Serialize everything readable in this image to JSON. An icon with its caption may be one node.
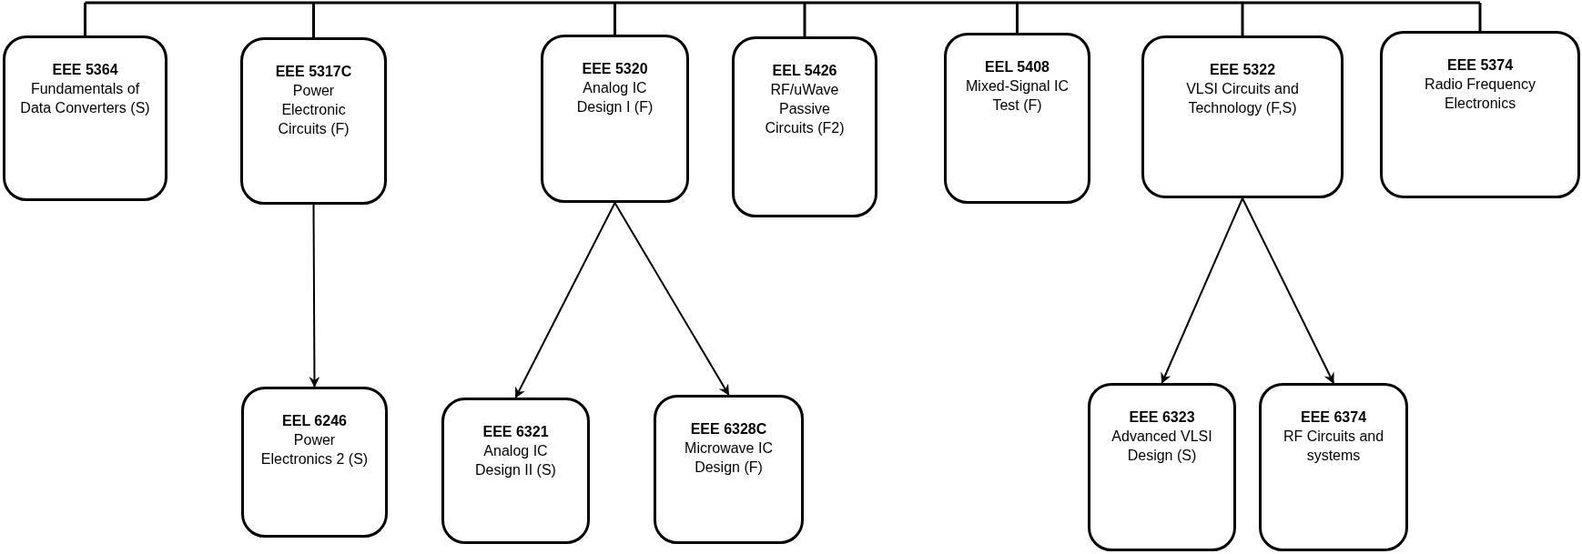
{
  "diagram": {
    "nodes": [
      {
        "text": [
          "EEE 5364",
          "Fundamentals of Data Converters (S)"
        ]
      },
      {
        "text": [
          "EEE 5317C",
          "Power Electronic Circuits (F)"
        ]
      },
      {
        "text": [
          "EEE 5320",
          "Analog IC Design I (F)"
        ]
      },
      {
        "text": [
          "EEL 5426",
          "RF/uWave Passive Circuits (F2)"
        ]
      },
      {
        "text": [
          "EEL 5408",
          "Mixed-Signal IC Test (F)"
        ]
      },
      {
        "text": [
          "EEE 5322",
          "VLSI Circuits and Technology (F,S)"
        ]
      },
      {
        "text": [
          "EEE 5374",
          "Radio Frequency Electronics"
        ]
      },
      {
        "text": [
          "EEL 6246",
          "Power Electronics 2 (S)"
        ]
      },
      {
        "text": [
          "EEE 6321",
          "Analog IC Design II (S)"
        ]
      },
      {
        "text": [
          "EEE 6328C",
          "Microwave IC Design (F)"
        ]
      },
      {
        "text": [
          "EEE 6323",
          "Advanced VLSI Design (S)"
        ]
      },
      {
        "text": [
          "EEE 6374",
          "RF Circuits and systems"
        ]
      }
    ],
    "edges": [
      {
        "from": null,
        "to": 0,
        "arrow": "none"
      },
      {
        "from": null,
        "to": 1,
        "arrow": "none"
      },
      {
        "from": null,
        "to": 2,
        "arrow": "none"
      },
      {
        "from": null,
        "to": 3,
        "arrow": "none"
      },
      {
        "from": null,
        "to": 4,
        "arrow": "none"
      },
      {
        "from": null,
        "to": 5,
        "arrow": "none"
      },
      {
        "from": null,
        "to": 6,
        "arrow": "none"
      },
      {
        "from": 1,
        "to": 7,
        "arrow": "to"
      },
      {
        "from": 2,
        "to": 8,
        "arrow": "to"
      },
      {
        "from": 2,
        "to": 9,
        "arrow": "to"
      },
      {
        "from": 5,
        "to": 10,
        "arrow": "to"
      },
      {
        "from": 5,
        "to": 11,
        "arrow": "to"
      }
    ]
  }
}
